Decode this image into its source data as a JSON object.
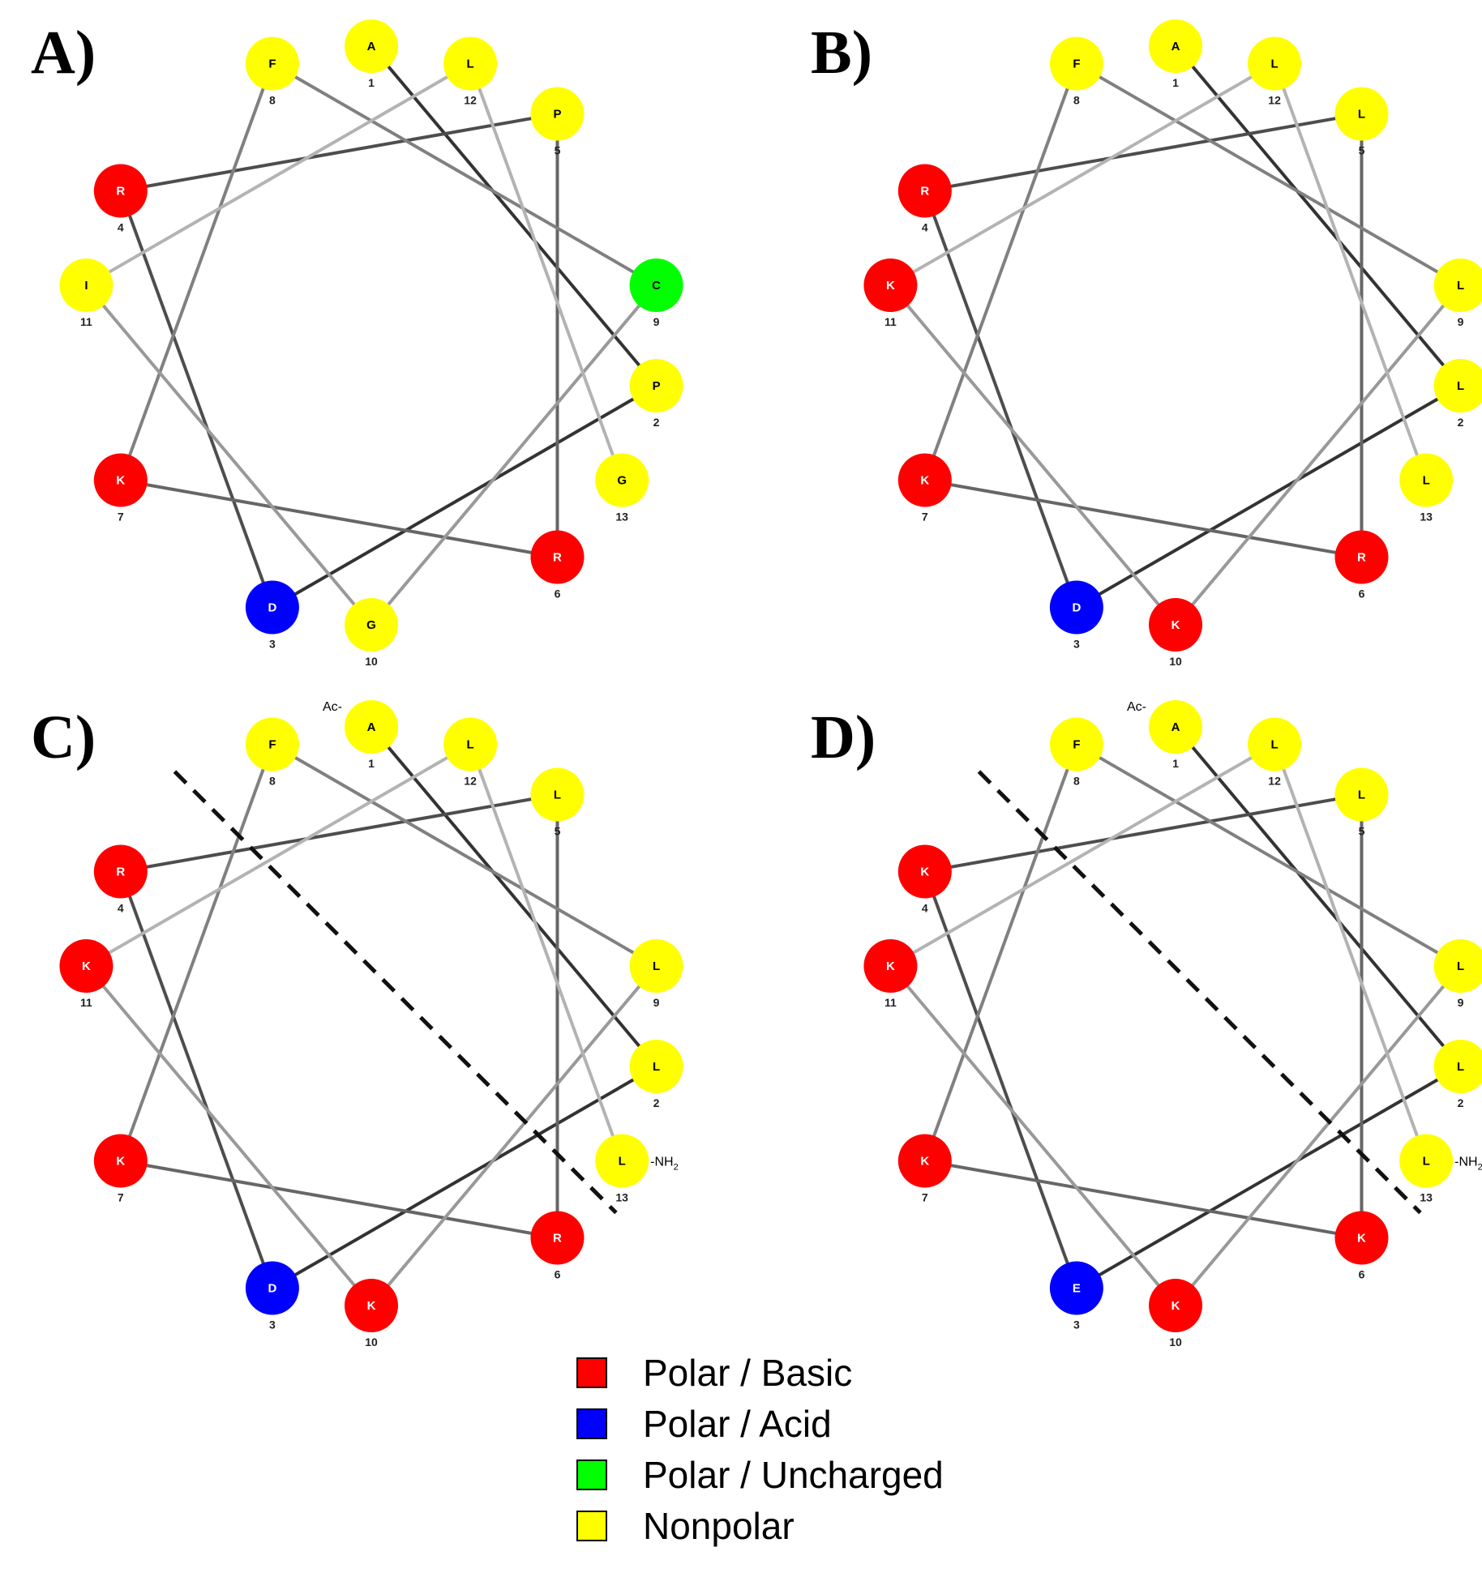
{
  "colors": {
    "basic": "#ff0000",
    "acid": "#0000ff",
    "uncharged": "#00ff00",
    "nonpolar": "#ffff00"
  },
  "panels": [
    {
      "label": "A)",
      "n_term": "",
      "c_term": "",
      "has_divider": false,
      "residues": [
        {
          "pos": 1,
          "aa": "A",
          "cls": "nonpolar"
        },
        {
          "pos": 2,
          "aa": "P",
          "cls": "nonpolar"
        },
        {
          "pos": 3,
          "aa": "D",
          "cls": "acid"
        },
        {
          "pos": 4,
          "aa": "R",
          "cls": "basic"
        },
        {
          "pos": 5,
          "aa": "P",
          "cls": "nonpolar"
        },
        {
          "pos": 6,
          "aa": "R",
          "cls": "basic"
        },
        {
          "pos": 7,
          "aa": "K",
          "cls": "basic"
        },
        {
          "pos": 8,
          "aa": "F",
          "cls": "nonpolar"
        },
        {
          "pos": 9,
          "aa": "C",
          "cls": "uncharged"
        },
        {
          "pos": 10,
          "aa": "G",
          "cls": "nonpolar"
        },
        {
          "pos": 11,
          "aa": "I",
          "cls": "nonpolar"
        },
        {
          "pos": 12,
          "aa": "L",
          "cls": "nonpolar"
        },
        {
          "pos": 13,
          "aa": "G",
          "cls": "nonpolar"
        }
      ]
    },
    {
      "label": "B)",
      "n_term": "",
      "c_term": "",
      "has_divider": false,
      "residues": [
        {
          "pos": 1,
          "aa": "A",
          "cls": "nonpolar"
        },
        {
          "pos": 2,
          "aa": "L",
          "cls": "nonpolar"
        },
        {
          "pos": 3,
          "aa": "D",
          "cls": "acid"
        },
        {
          "pos": 4,
          "aa": "R",
          "cls": "basic"
        },
        {
          "pos": 5,
          "aa": "L",
          "cls": "nonpolar"
        },
        {
          "pos": 6,
          "aa": "R",
          "cls": "basic"
        },
        {
          "pos": 7,
          "aa": "K",
          "cls": "basic"
        },
        {
          "pos": 8,
          "aa": "F",
          "cls": "nonpolar"
        },
        {
          "pos": 9,
          "aa": "L",
          "cls": "nonpolar"
        },
        {
          "pos": 10,
          "aa": "K",
          "cls": "basic"
        },
        {
          "pos": 11,
          "aa": "K",
          "cls": "basic"
        },
        {
          "pos": 12,
          "aa": "L",
          "cls": "nonpolar"
        },
        {
          "pos": 13,
          "aa": "L",
          "cls": "nonpolar"
        }
      ]
    },
    {
      "label": "C)",
      "n_term": "Ac-",
      "c_term": "-NH",
      "c_term_sub": "2",
      "has_divider": true,
      "residues": [
        {
          "pos": 1,
          "aa": "A",
          "cls": "nonpolar"
        },
        {
          "pos": 2,
          "aa": "L",
          "cls": "nonpolar"
        },
        {
          "pos": 3,
          "aa": "D",
          "cls": "acid"
        },
        {
          "pos": 4,
          "aa": "R",
          "cls": "basic"
        },
        {
          "pos": 5,
          "aa": "L",
          "cls": "nonpolar"
        },
        {
          "pos": 6,
          "aa": "R",
          "cls": "basic"
        },
        {
          "pos": 7,
          "aa": "K",
          "cls": "basic"
        },
        {
          "pos": 8,
          "aa": "F",
          "cls": "nonpolar"
        },
        {
          "pos": 9,
          "aa": "L",
          "cls": "nonpolar"
        },
        {
          "pos": 10,
          "aa": "K",
          "cls": "basic"
        },
        {
          "pos": 11,
          "aa": "K",
          "cls": "basic"
        },
        {
          "pos": 12,
          "aa": "L",
          "cls": "nonpolar"
        },
        {
          "pos": 13,
          "aa": "L",
          "cls": "nonpolar"
        }
      ]
    },
    {
      "label": "D)",
      "n_term": "Ac-",
      "c_term": "-NH",
      "c_term_sub": "2",
      "has_divider": true,
      "residues": [
        {
          "pos": 1,
          "aa": "A",
          "cls": "nonpolar"
        },
        {
          "pos": 2,
          "aa": "L",
          "cls": "nonpolar"
        },
        {
          "pos": 3,
          "aa": "E",
          "cls": "acid"
        },
        {
          "pos": 4,
          "aa": "K",
          "cls": "basic"
        },
        {
          "pos": 5,
          "aa": "L",
          "cls": "nonpolar"
        },
        {
          "pos": 6,
          "aa": "K",
          "cls": "basic"
        },
        {
          "pos": 7,
          "aa": "K",
          "cls": "basic"
        },
        {
          "pos": 8,
          "aa": "F",
          "cls": "nonpolar"
        },
        {
          "pos": 9,
          "aa": "L",
          "cls": "nonpolar"
        },
        {
          "pos": 10,
          "aa": "K",
          "cls": "basic"
        },
        {
          "pos": 11,
          "aa": "K",
          "cls": "basic"
        },
        {
          "pos": 12,
          "aa": "L",
          "cls": "nonpolar"
        },
        {
          "pos": 13,
          "aa": "L",
          "cls": "nonpolar"
        }
      ]
    }
  ],
  "legend": [
    {
      "label": "Polar / Basic",
      "cls": "basic"
    },
    {
      "label": "Polar / Acid",
      "cls": "acid"
    },
    {
      "label": "Polar / Uncharged",
      "cls": "uncharged"
    },
    {
      "label": "Nonpolar",
      "cls": "nonpolar"
    }
  ]
}
